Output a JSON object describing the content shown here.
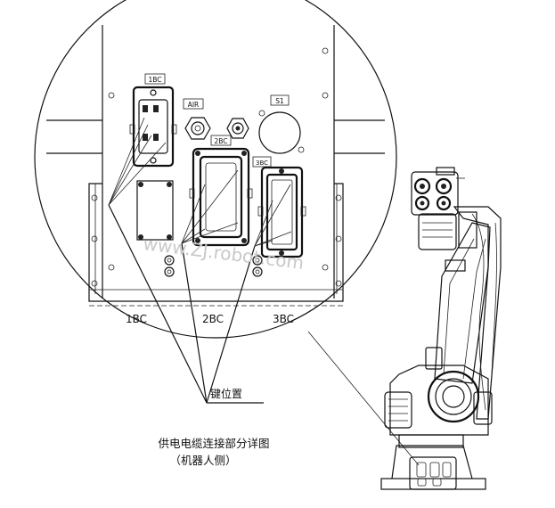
{
  "labels": {
    "conn_1bc_tag": "1BC",
    "air_tag": "AIR",
    "s1_tag": "S1",
    "conn_2bc_tag": "2BC",
    "conn_3bc_tag": "3BC",
    "bottom_1bc": "1BC",
    "bottom_2bc": "2BC",
    "bottom_3bc": "3BC",
    "key_position": "键位置"
  },
  "caption": {
    "line1": "供电电缆连接部分详图",
    "line2": "（机器人侧）"
  },
  "watermark": "www.ZJ.robot.com"
}
